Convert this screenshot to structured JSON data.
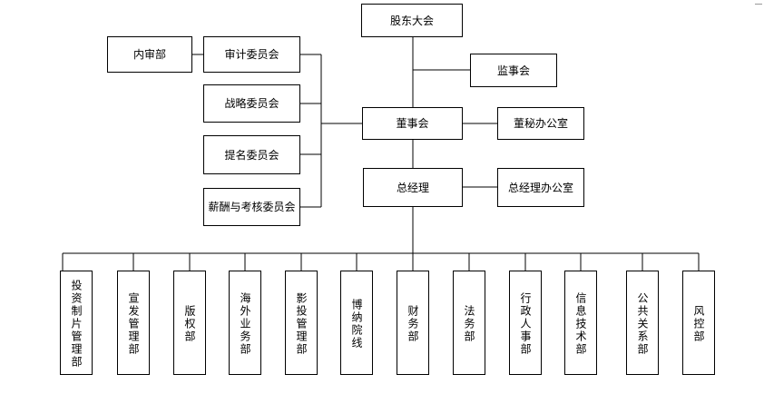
{
  "top": {
    "shareholders": "股东大会",
    "supervisors": "监事会",
    "board": "董事会",
    "board_office": "董秘办公室",
    "gm": "总经理",
    "gm_office": "总经理办公室"
  },
  "committees": {
    "internal_audit": "内审部",
    "audit": "审计委员会",
    "strategy": "战略委员会",
    "nomination": "提名委员会",
    "compensation": "薪酬与考核委员会"
  },
  "departments": [
    "投资制片管理部",
    "宣发管理部",
    "版权部",
    "海外业务部",
    "影投管理部",
    "博纳院线",
    "财务部",
    "法务部",
    "行政人事部",
    "信息技术部",
    "公共关系部",
    "风控部"
  ]
}
